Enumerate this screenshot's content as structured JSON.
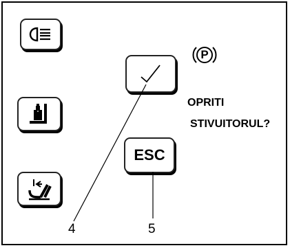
{
  "panel": {
    "parking_icon_label": "P",
    "message_line1": "OPRITI",
    "message_line2": "STIVUITORUL?",
    "esc_label": "ESC",
    "callout_confirm": "4",
    "callout_escape": "5"
  },
  "buttons": [
    {
      "name": "lights-button",
      "icon": "headlight-icon"
    },
    {
      "name": "mast-lift-button",
      "icon": "forklift-mast-icon"
    },
    {
      "name": "seat-button",
      "icon": "seat-recline-icon"
    }
  ],
  "colors": {
    "outline": "#000000",
    "background": "#ffffff"
  }
}
